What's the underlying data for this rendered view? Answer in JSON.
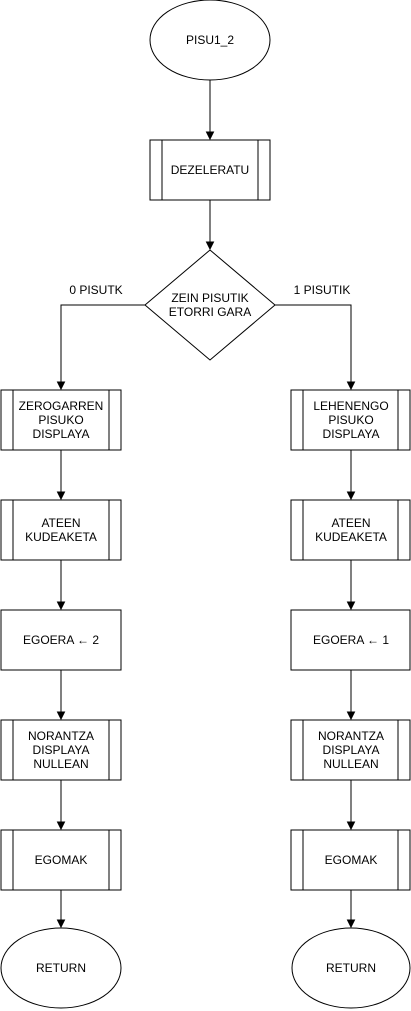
{
  "flowchart": {
    "start": {
      "label": "PISU1_2"
    },
    "dezeleratu": {
      "label": "DEZELERATU"
    },
    "decision": {
      "lines": [
        "ZEIN PISUTIK",
        "ETORRI GARA"
      ]
    },
    "branch_left_label": "0 PISUTK",
    "branch_right_label": "1 PISUTIK",
    "left": {
      "display": [
        "ZEROGARREN",
        "PISUKO",
        "DISPLAYA"
      ],
      "ateen": [
        "ATEEN",
        "KUDEAKETA"
      ],
      "egoera": "EGOERA ← 2",
      "norantza": [
        "NORANTZA",
        "DISPLAYA",
        "NULLEAN"
      ],
      "egomak": "EGOMAK",
      "return": "RETURN"
    },
    "right": {
      "display": [
        "LEHENENGO",
        "PISUKO",
        "DISPLAYA"
      ],
      "ateen": [
        "ATEEN",
        "KUDEAKETA"
      ],
      "egoera": "EGOERA ← 1",
      "norantza": [
        "NORANTZA",
        "DISPLAYA",
        "NULLEAN"
      ],
      "egomak": "EGOMAK",
      "return": "RETURN"
    }
  }
}
